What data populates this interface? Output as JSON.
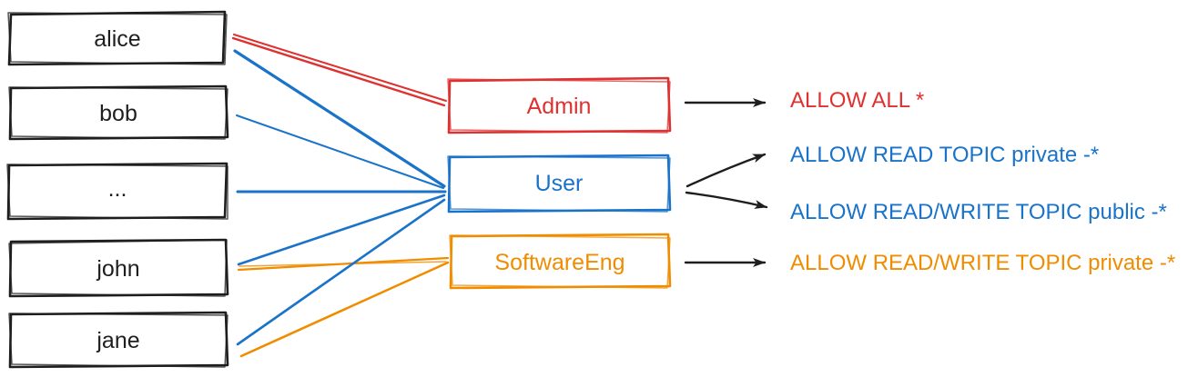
{
  "colors": {
    "ink": "#1e1e1e",
    "red": "#e03131",
    "blue": "#1a73c9",
    "orange": "#f08c00",
    "background": "#ffffff"
  },
  "users": [
    {
      "label": "alice"
    },
    {
      "label": "bob"
    },
    {
      "label": "..."
    },
    {
      "label": "john"
    },
    {
      "label": "jane"
    }
  ],
  "roles": [
    {
      "label": "Admin",
      "color": "#e03131"
    },
    {
      "label": "User",
      "color": "#1a73c9"
    },
    {
      "label": "SoftwareEng",
      "color": "#f08c00"
    }
  ],
  "permissions": [
    {
      "label": "ALLOW ALL *",
      "color": "#e03131",
      "role": "Admin"
    },
    {
      "label": "ALLOW READ TOPIC private -*",
      "color": "#1a73c9",
      "role": "User"
    },
    {
      "label": "ALLOW READ/WRITE TOPIC public -*",
      "color": "#1a73c9",
      "role": "User"
    },
    {
      "label": "ALLOW READ/WRITE TOPIC private -*",
      "color": "#f08c00",
      "role": "SoftwareEng"
    }
  ],
  "assignments": [
    {
      "user": "alice",
      "role": "Admin"
    },
    {
      "user": "alice",
      "role": "User"
    },
    {
      "user": "bob",
      "role": "User"
    },
    {
      "user": "...",
      "role": "User"
    },
    {
      "user": "john",
      "role": "User"
    },
    {
      "user": "john",
      "role": "SoftwareEng"
    },
    {
      "user": "jane",
      "role": "User"
    },
    {
      "user": "jane",
      "role": "SoftwareEng"
    }
  ]
}
